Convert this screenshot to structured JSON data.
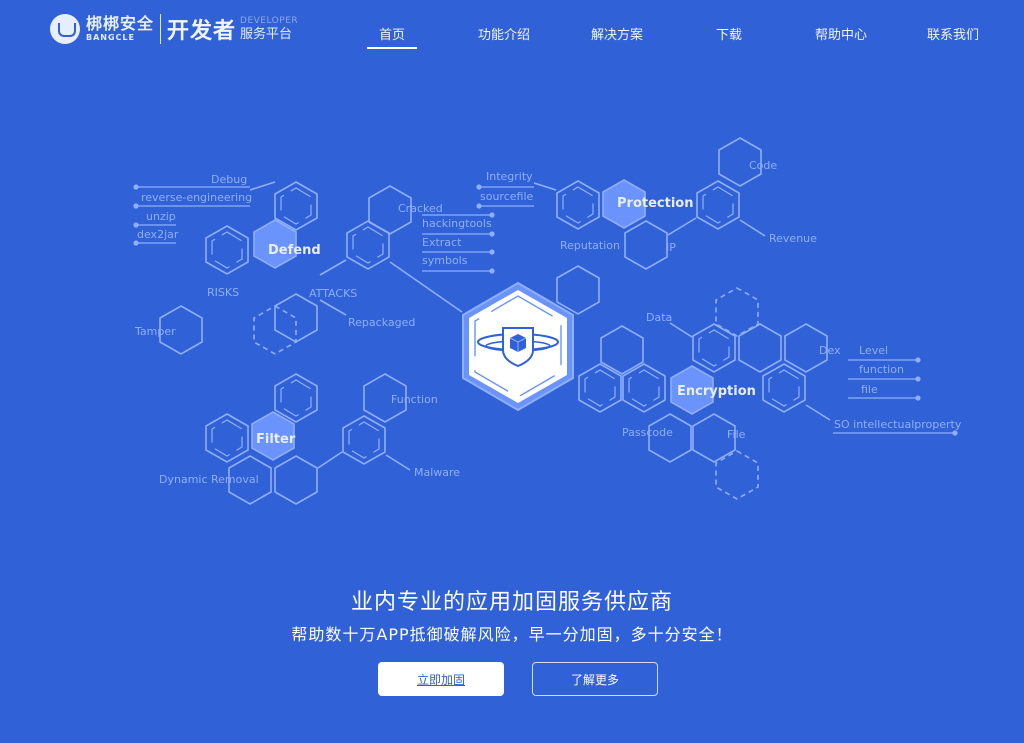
{
  "header": {
    "logo": {
      "brand_cn": "梆梆安全",
      "brand_en": "BANGCLE",
      "product": "开发者",
      "product_en": "DEVELOPER",
      "product_sub": "服务平台"
    },
    "nav": [
      {
        "label": "首页",
        "active": true
      },
      {
        "label": "功能介绍",
        "active": false
      },
      {
        "label": "解决方案",
        "active": false
      },
      {
        "label": "下载",
        "active": false
      },
      {
        "label": "帮助中心",
        "active": false
      },
      {
        "label": "联系我们",
        "active": false
      }
    ]
  },
  "diagram": {
    "center_icon": "shield-cube-orbit-icon",
    "groups": {
      "defend": {
        "title": "Defend",
        "labels": [
          "Debug",
          "reverse-engineering",
          "unzip",
          "dex2jar",
          "RISKS",
          "ATTACKS",
          "Tamper",
          "Repackaged"
        ]
      },
      "cracked": {
        "labels": [
          "Cracked",
          "hackingtools",
          "Extract",
          "symbols"
        ]
      },
      "protection": {
        "title": "Protection",
        "labels": [
          "Integrity",
          "sourcefile",
          "Reputation",
          "IP",
          "Code",
          "Revenue"
        ]
      },
      "encryption": {
        "title": "Encryption",
        "labels": [
          "Data",
          "Dex",
          "Level",
          "function",
          "file",
          "SO intellectualproperty",
          "Passcode",
          "File"
        ]
      },
      "filter": {
        "title": "Filter",
        "labels": [
          "Function",
          "Malware",
          "Dynamic Removal"
        ]
      }
    }
  },
  "hero": {
    "title": "业内专业的应用加固服务供应商",
    "subtitle": "帮助数十万APP抵御破解风险，早一分加固，多十分安全！",
    "primary_button": "立即加固",
    "secondary_button": "了解更多"
  },
  "colors": {
    "background": "#3061d6",
    "line": "#8fb0ff",
    "highlight_hex": "#6a93fb",
    "white": "#ffffff"
  }
}
